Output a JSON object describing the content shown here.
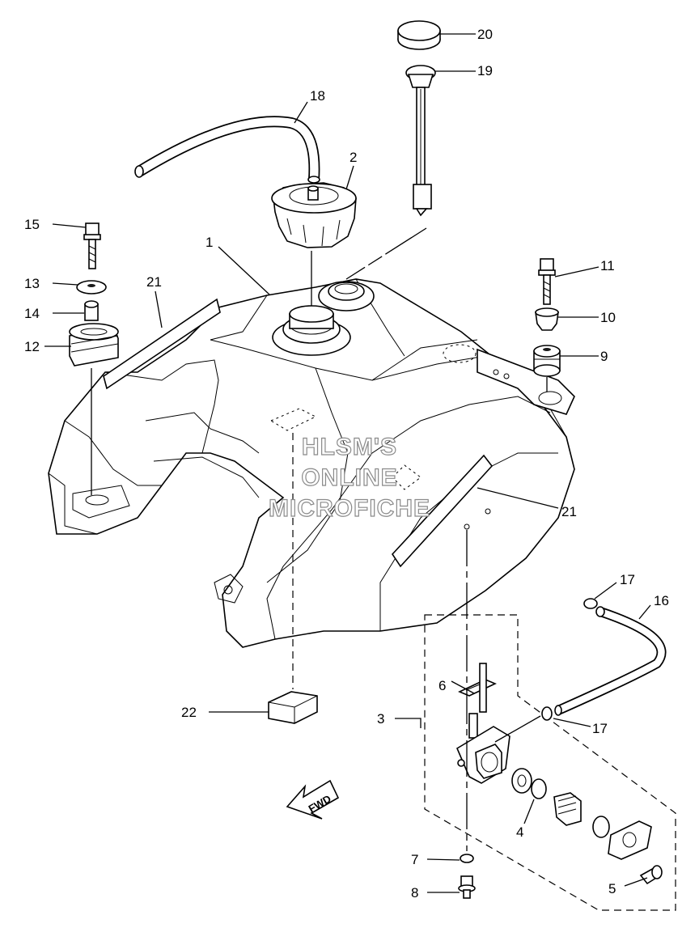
{
  "callouts": {
    "c1": "1",
    "c2": "2",
    "c3": "3",
    "c4": "4",
    "c5": "5",
    "c6": "6",
    "c7": "7",
    "c8": "8",
    "c9": "9",
    "c10": "10",
    "c11": "11",
    "c12": "12",
    "c13": "13",
    "c14": "14",
    "c15": "15",
    "c16": "16",
    "c17a": "17",
    "c17b": "17",
    "c18": "18",
    "c19": "19",
    "c20": "20",
    "c21a": "21",
    "c21b": "21",
    "c22": "22"
  },
  "watermark": {
    "line1": "HLSM'S",
    "line2": "ONLINE",
    "line3": "MICROFICHE"
  },
  "direction_arrow": {
    "label": "FWD"
  }
}
